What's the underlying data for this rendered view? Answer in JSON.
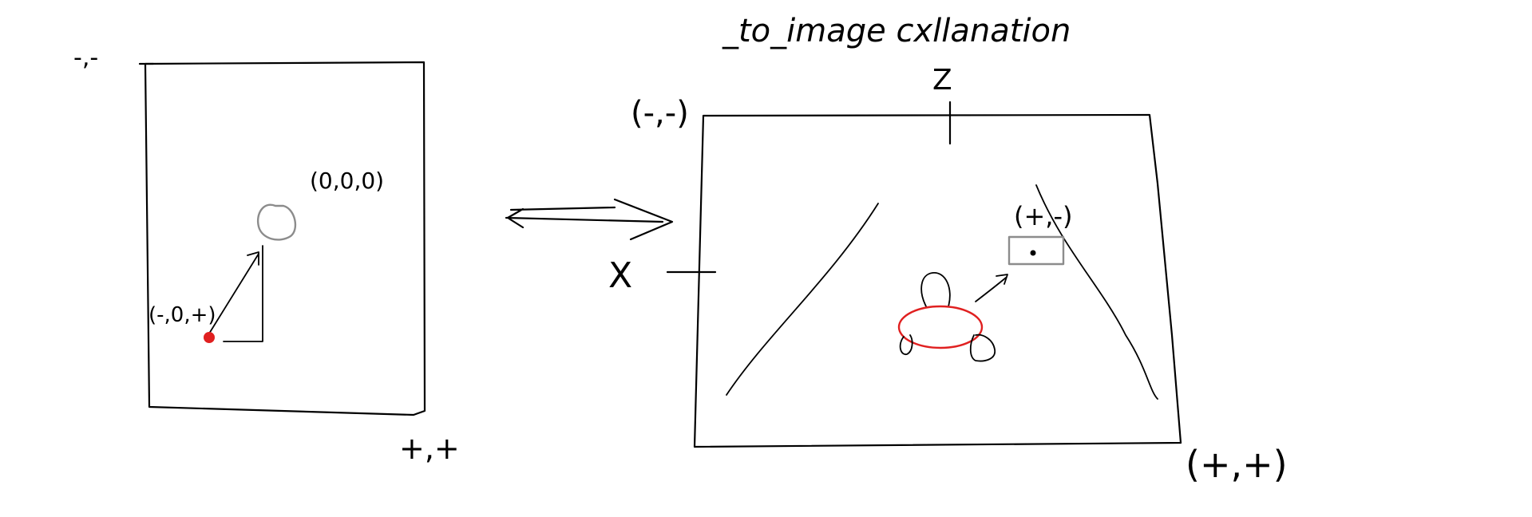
{
  "title": "_to_image cxllanation",
  "left_panel": {
    "corner_top_left": "-,-",
    "corner_bottom_right": "+,+",
    "origin_label": "(0,0,0)",
    "point_label": "(-,0,+)"
  },
  "arrow_between": "⟺",
  "right_panel": {
    "corner_top_left": "(-,-)",
    "corner_bottom_right": "(+,+)",
    "axis_z": "Z",
    "axis_x": "X",
    "target_label": "(+,-)"
  },
  "colors": {
    "ink": "#000000",
    "robot_body": "#e02020",
    "point": "#e02020",
    "origin_circle": "#8c8c8c",
    "target_box": "#8c8c8c"
  }
}
